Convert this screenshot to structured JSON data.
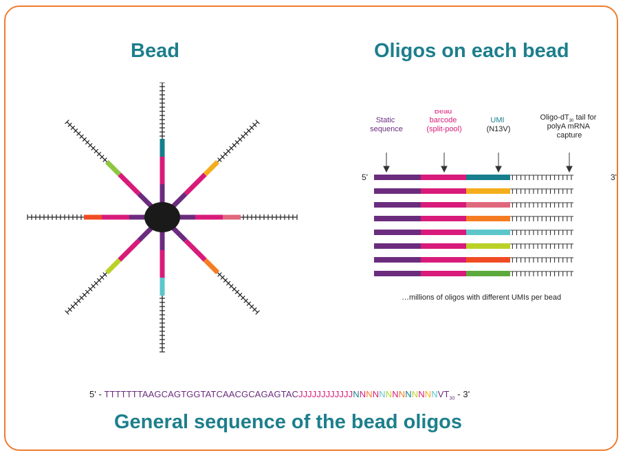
{
  "titles": {
    "bead": "Bead",
    "oligos": "Oligos on each bead",
    "general": "General sequence of the bead oligos"
  },
  "oligo_labels": {
    "static": [
      "Static",
      "sequence"
    ],
    "barcode": [
      "Bead",
      "barcode",
      "(split-pool)"
    ],
    "umi": [
      "UMI",
      "(N13V)"
    ],
    "tail": [
      "Oligo-dT",
      "30",
      " tail for",
      "polyA mRNA",
      "capture"
    ],
    "five_prime": "5'",
    "three_prime": "3'",
    "caption": "…millions of oligos with different UMIs per bead",
    "tail_text": "TTTTTTTTTTTTTTT"
  },
  "colors": {
    "frame": "#f07b2c",
    "title": "#1d7f8c",
    "static": "#6b2c7e",
    "barcode": "#d81b7a",
    "bead": "#1a1a1a",
    "umi_rows": [
      "#167e8c",
      "#f4ad1b",
      "#e0687c",
      "#f57c22",
      "#5cc6cb",
      "#bcd128",
      "#ef4c23",
      "#5daa3c"
    ],
    "bead_umis": [
      "#167e8c",
      "#f4ad1b",
      "#e0687c",
      "#f57c22",
      "#5cc6cb",
      "#bcd128",
      "#ef4c23",
      "#8dc63f"
    ]
  },
  "sequence": {
    "prefix": "5' - ",
    "static": "TTTTTTTAAGCAGTGGTATCAACGCAGAGTAC",
    "barcode": "JJJJJJJJJJJJ",
    "umi_letters": [
      "N",
      "N",
      "N",
      "N",
      "N",
      "N",
      "N",
      "N",
      "N",
      "N",
      "N",
      "N",
      "N",
      "V"
    ],
    "umi_colors": [
      "#167e8c",
      "#d81b7a",
      "#f57c22",
      "#d81b7a",
      "#5cc6cb",
      "#bcd128",
      "#d81b7a",
      "#f57c22",
      "#167e8c",
      "#bcd128",
      "#d81b7a",
      "#f4ad1b",
      "#5cc6cb",
      "#6b2c7e"
    ],
    "tail": "T",
    "tail_sub": "30",
    "suffix": " - 3'"
  }
}
